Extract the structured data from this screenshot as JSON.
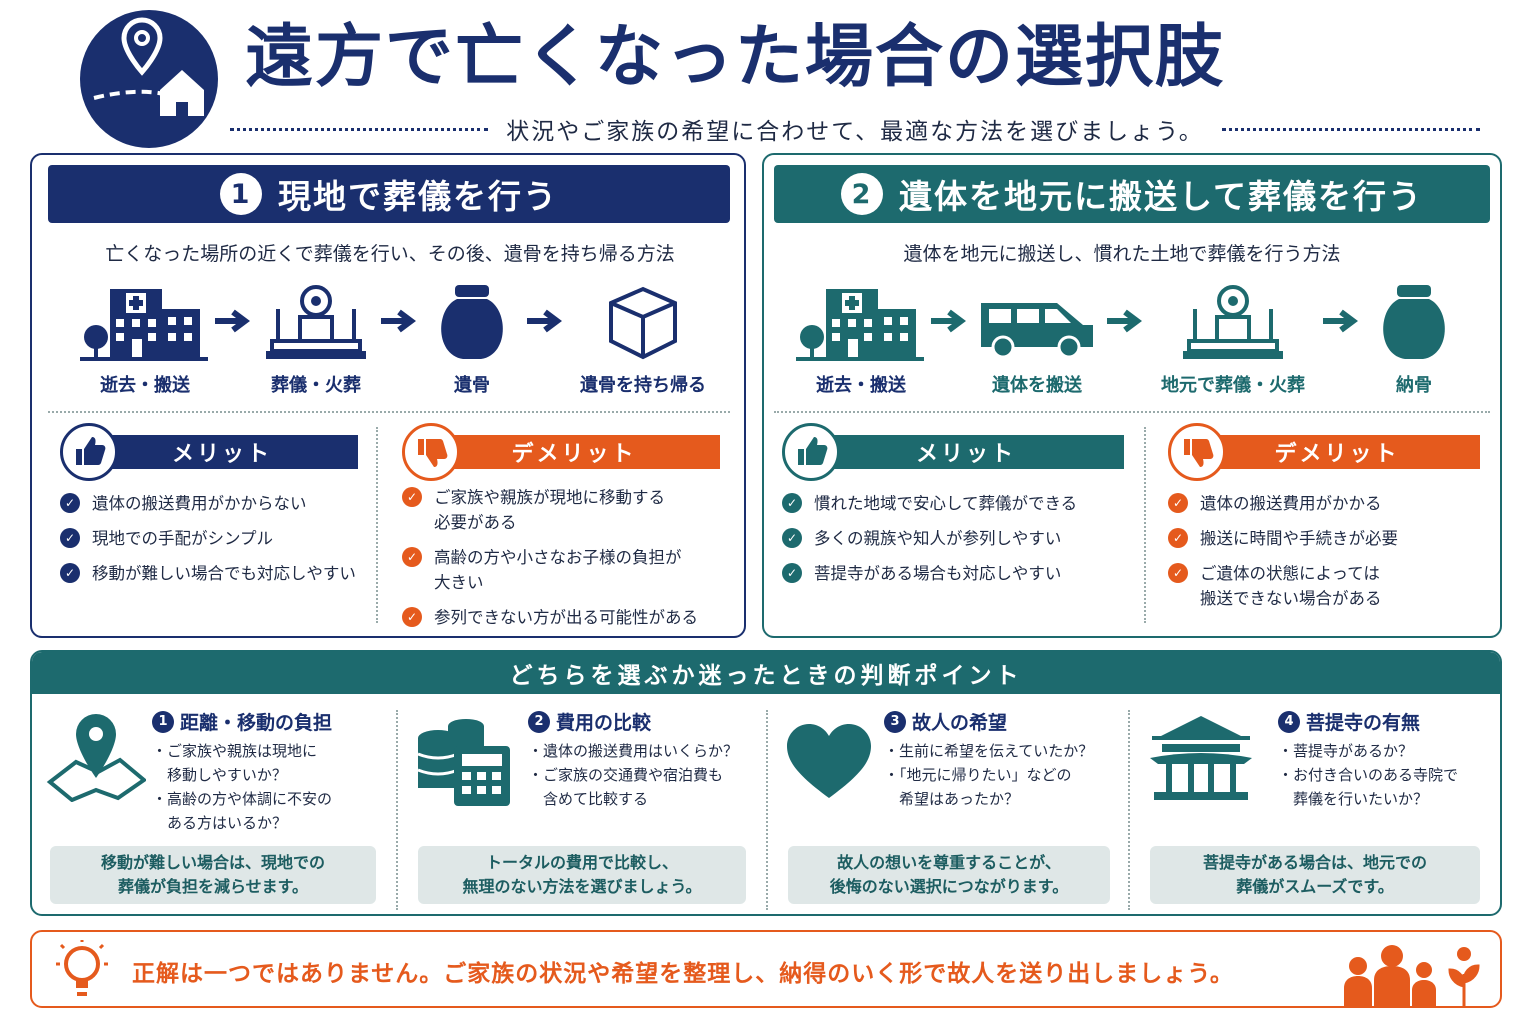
{
  "title": "遠方で亡くなった場合の選択肢",
  "subtitle": "状況やご家族の希望に合わせて、最適な方法を選びましょう。",
  "colors": {
    "navy": "#1a2f6e",
    "teal": "#1d6a6e",
    "orange": "#e55a1d"
  },
  "option1": {
    "number": "1",
    "heading": "現地で葬儀を行う",
    "description": "亡くなった場所の近くで葬儀を行い、その後、遺骨を持ち帰る方法",
    "steps": [
      {
        "icon": "hospital-icon",
        "label": "逝去・搬送"
      },
      {
        "icon": "funeral-altar-icon",
        "label": "葬儀・火葬"
      },
      {
        "icon": "urn-icon",
        "label": "遺骨"
      },
      {
        "icon": "box-icon",
        "label": "遺骨を持ち帰る"
      }
    ],
    "merit_label": "メリット",
    "merits": [
      "遺体の搬送費用がかからない",
      "現地での手配がシンプル",
      "移動が難しい場合でも対応しやすい"
    ],
    "demerit_label": "デメリット",
    "demerits": [
      "ご家族や親族が現地に移動する\n必要がある",
      "高齢の方や小さなお子様の負担が\n大きい",
      "参列できない方が出る可能性がある"
    ]
  },
  "option2": {
    "number": "2",
    "heading": "遺体を地元に搬送して葬儀を行う",
    "description": "遺体を地元に搬送し、慣れた土地で葬儀を行う方法",
    "steps": [
      {
        "icon": "hospital-icon",
        "label": "逝去・搬送"
      },
      {
        "icon": "van-icon",
        "label": "遺体を搬送"
      },
      {
        "icon": "funeral-altar-icon",
        "label": "地元で葬儀・火葬"
      },
      {
        "icon": "urn-icon",
        "label": "納骨"
      }
    ],
    "merit_label": "メリット",
    "merits": [
      "慣れた地域で安心して葬儀ができる",
      "多くの親族や知人が参列しやすい",
      "菩提寺がある場合も対応しやすい"
    ],
    "demerit_label": "デメリット",
    "demerits": [
      "遺体の搬送費用がかかる",
      "搬送に時間や手続きが必要",
      "ご遺体の状態によっては\n搬送できない場合がある"
    ]
  },
  "judgment": {
    "heading": "どちらを選ぶか迷ったときの判断ポイント",
    "points": [
      {
        "number": "1",
        "title": "距離・移動の負担",
        "icon": "map-pin-icon",
        "bullets": [
          "・ご家族や親族は現地に",
          "　移動しやすいか？",
          "・高齢の方や体調に不安の",
          "　ある方はいるか？"
        ],
        "note": "移動が難しい場合は、現地での\n葬儀が負担を減らせます。"
      },
      {
        "number": "2",
        "title": "費用の比較",
        "icon": "coins-calculator-icon",
        "bullets": [
          "・遺体の搬送費用はいくらか？",
          "・ご家族の交通費や宿泊費も",
          "　含めて比較する"
        ],
        "note": "トータルの費用で比較し、\n無理のない方法を選びましょう。"
      },
      {
        "number": "3",
        "title": "故人の希望",
        "icon": "heart-icon",
        "bullets": [
          "・生前に希望を伝えていたか？",
          "・「地元に帰りたい」などの",
          "　希望はあったか？"
        ],
        "note": "故人の想いを尊重することが、\n後悔のない選択につながります。"
      },
      {
        "number": "4",
        "title": "菩提寺の有無",
        "icon": "temple-icon",
        "bullets": [
          "・菩提寺があるか？",
          "・お付き合いのある寺院で",
          "　葬儀を行いたいか？"
        ],
        "note": "菩提寺がある場合は、地元での\n葬儀がスムーズです。"
      }
    ]
  },
  "footer": {
    "text": "正解は一つではありません。ご家族の状況や希望を整理し、納得のいく形で故人を送り出しましょう。"
  }
}
